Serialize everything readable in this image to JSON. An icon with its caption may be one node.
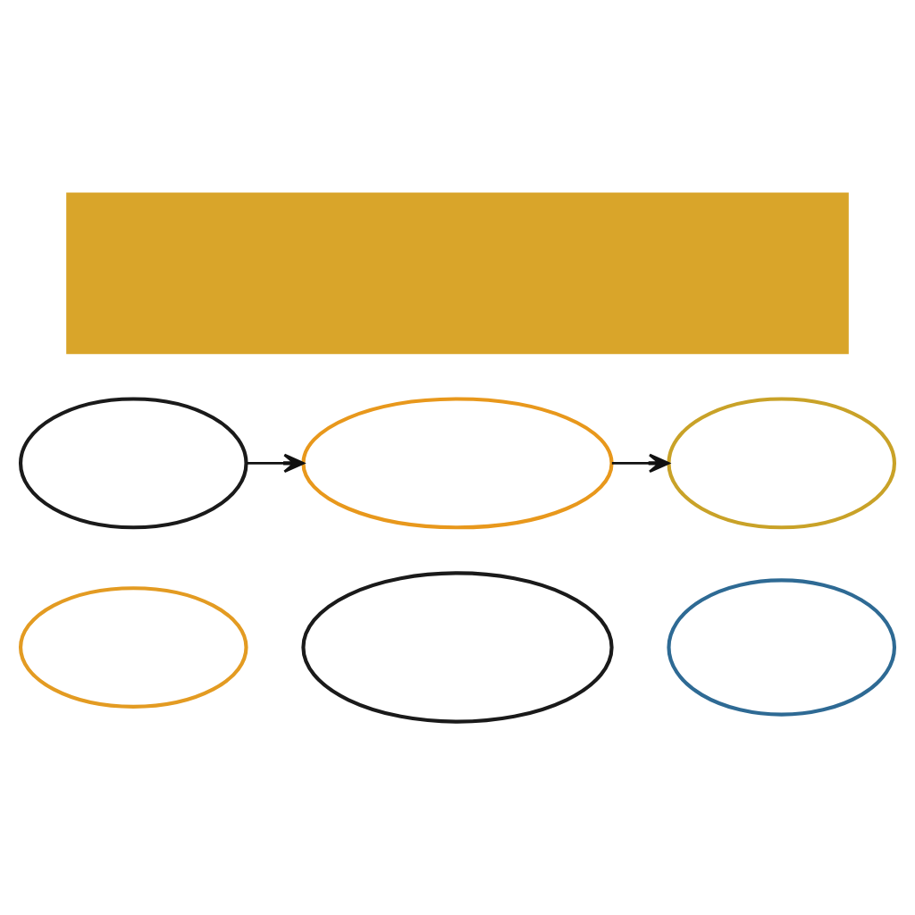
{
  "diagram": {
    "nodes": [
      {
        "text": [],
        "shape": "box"
      },
      {
        "text": [],
        "shape": "ellipse"
      },
      {
        "text": [],
        "shape": "ellipse"
      },
      {
        "text": [],
        "shape": "ellipse"
      },
      {
        "text": [],
        "shape": "ellipse"
      },
      {
        "text": [],
        "shape": "ellipse"
      },
      {
        "text": [],
        "shape": "ellipse"
      }
    ],
    "edges": [
      {
        "from": 1,
        "to": 2,
        "arrow": "to"
      },
      {
        "from": 2,
        "to": 3,
        "arrow": "to"
      }
    ]
  }
}
